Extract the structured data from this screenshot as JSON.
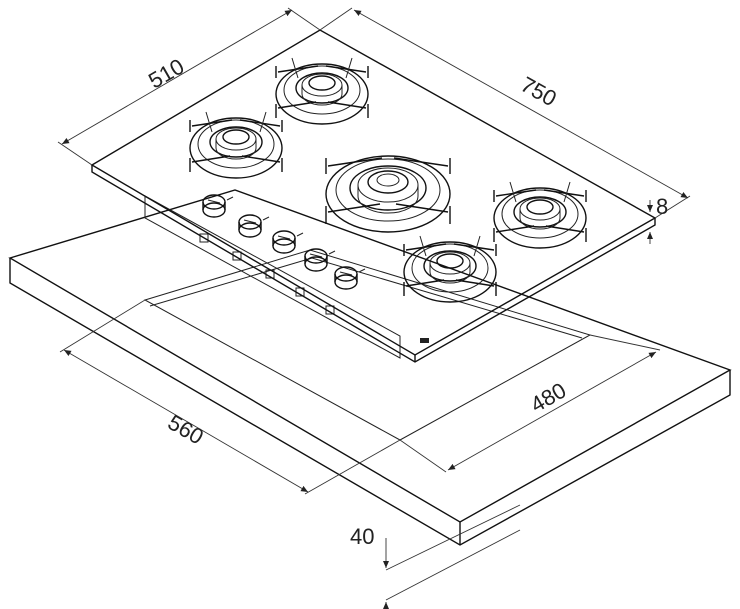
{
  "dimensions": {
    "hob_width": "510",
    "hob_length": "750",
    "glass_thickness": "8",
    "cutout_length": "560",
    "cutout_width": "480",
    "worktop_thickness": "40"
  },
  "colors": {
    "line": "#222222",
    "background": "#ffffff"
  }
}
